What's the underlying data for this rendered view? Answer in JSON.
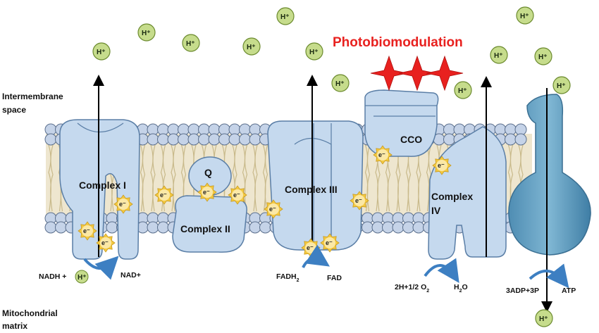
{
  "title": "Photobiomodulation",
  "regions": {
    "intermembrane_1": "Intermembrane",
    "intermembrane_2": "space",
    "matrix_1": "Mitochondrial",
    "matrix_2": "matrix"
  },
  "complexes": {
    "c1": "Complex I",
    "q": "Q",
    "c2": "Complex II",
    "c3": "Complex III",
    "cco": "CCO",
    "c4a": "Complex",
    "c4b": "IV"
  },
  "reactions": {
    "nadh": "NADH +",
    "nad": "NAD+",
    "fadh": "FADH",
    "fadh_sub": "2",
    "fad": "FAD",
    "o2_pre": "2H+1/2 O",
    "o2_sub": "2",
    "h2o_pre": "H",
    "h2o_sub": "2",
    "h2o_post": "O",
    "adp": "3ADP+3P",
    "atp": "ATP"
  },
  "symbols": {
    "proton": "H+",
    "electron": "e-"
  },
  "colors": {
    "protein_fill": "#c5d9ee",
    "protein_stroke": "#5a7ea6",
    "atp_synthase": "#6aa2c4",
    "head_fill": "#c5d3e8",
    "tail": "#d7c8a0",
    "proton_fill": "#c6dc8c",
    "electron_star": "#f3c942",
    "title": "#e8211f",
    "arrow_blue": "#3d7fc2"
  }
}
